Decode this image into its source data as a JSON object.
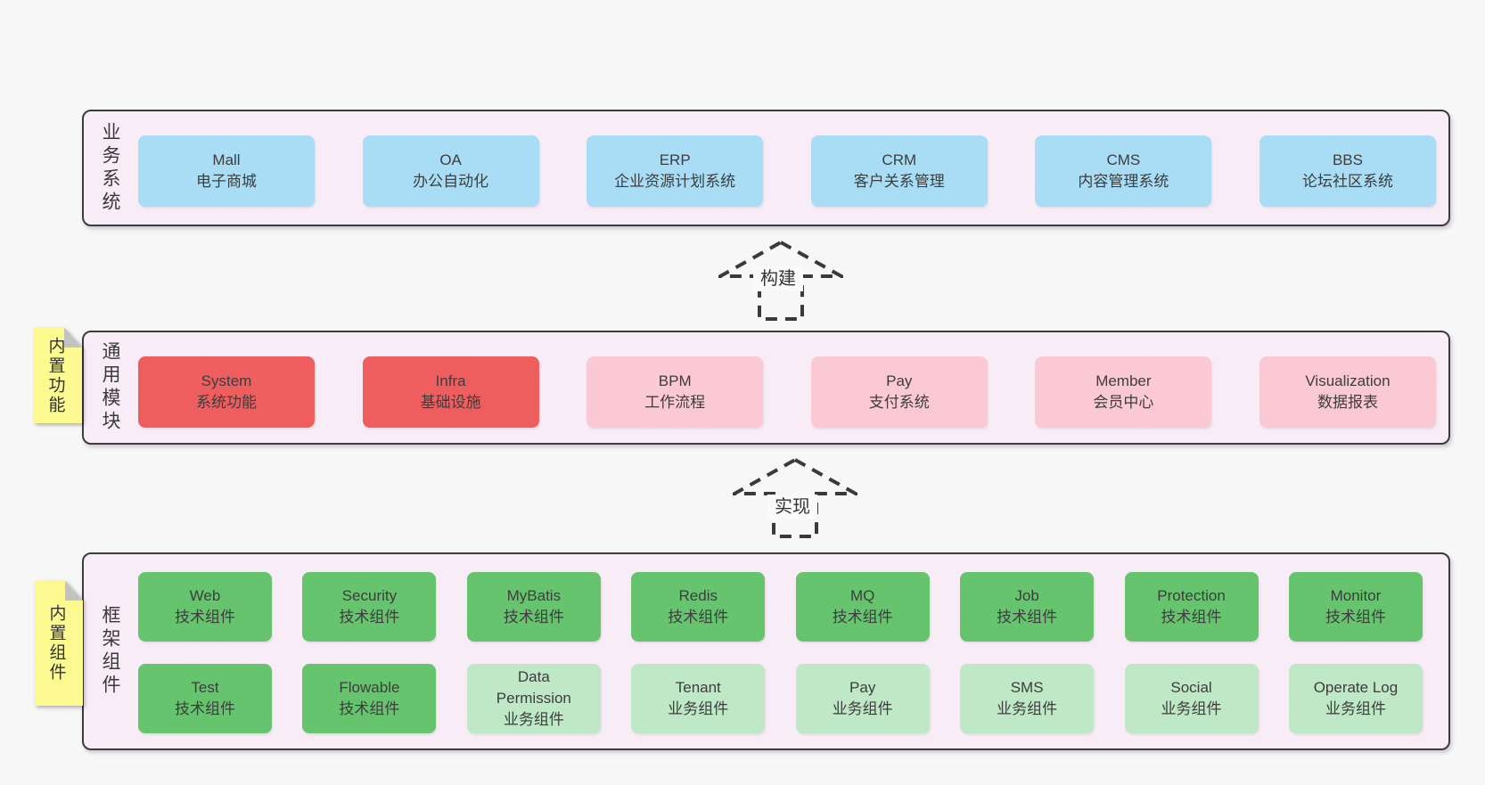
{
  "diagram": {
    "colors": {
      "page_bg": "#f7f7f7",
      "band_bg": "#f8edf6",
      "band_border": "#3d3b40",
      "box_blue": "#a9dcf5",
      "box_red": "#ef5e5e",
      "box_pink": "#fbc9d4",
      "box_green": "#66c46e",
      "box_green_light": "#bee8c6",
      "sticky_yellow": "#fbf98f",
      "sticky_fold_gray": "#c2c2c2"
    },
    "arrows": [
      {
        "label": "构建"
      },
      {
        "label": "实现"
      }
    ],
    "bands": [
      {
        "label": "业务系统",
        "boxes": [
          {
            "en": "Mall",
            "zh": "电子商城",
            "type": "blue"
          },
          {
            "en": "OA",
            "zh": "办公自动化",
            "type": "blue"
          },
          {
            "en": "ERP",
            "zh": "企业资源计划系统",
            "type": "blue"
          },
          {
            "en": "CRM",
            "zh": "客户关系管理",
            "type": "blue"
          },
          {
            "en": "CMS",
            "zh": "内容管理系统",
            "type": "blue"
          },
          {
            "en": "BBS",
            "zh": "论坛社区系统",
            "type": "blue"
          }
        ]
      },
      {
        "label": "通用模块",
        "sticky": "内置功能",
        "boxes": [
          {
            "en": "System",
            "zh": "系统功能",
            "type": "red"
          },
          {
            "en": "Infra",
            "zh": "基础设施",
            "type": "red"
          },
          {
            "en": "BPM",
            "zh": "工作流程",
            "type": "pink"
          },
          {
            "en": "Pay",
            "zh": "支付系统",
            "type": "pink"
          },
          {
            "en": "Member",
            "zh": "会员中心",
            "type": "pink"
          },
          {
            "en": "Visualization",
            "zh": "数据报表",
            "type": "pink"
          }
        ]
      },
      {
        "label": "框架组件",
        "sticky": "内置组件",
        "rows": [
          [
            {
              "en": "Web",
              "zh": "技术组件",
              "type": "green"
            },
            {
              "en": "Security",
              "zh": "技术组件",
              "type": "green"
            },
            {
              "en": "MyBatis",
              "zh": "技术组件",
              "type": "green"
            },
            {
              "en": "Redis",
              "zh": "技术组件",
              "type": "green"
            },
            {
              "en": "MQ",
              "zh": "技术组件",
              "type": "green"
            },
            {
              "en": "Job",
              "zh": "技术组件",
              "type": "green"
            },
            {
              "en": "Protection",
              "zh": "技术组件",
              "type": "green"
            },
            {
              "en": "Monitor",
              "zh": "技术组件",
              "type": "green"
            }
          ],
          [
            {
              "en": "Test",
              "zh": "技术组件",
              "type": "green"
            },
            {
              "en": "Flowable",
              "zh": "技术组件",
              "type": "green"
            },
            {
              "en": "Data Permission",
              "zh": "业务组件",
              "type": "green-light"
            },
            {
              "en": "Tenant",
              "zh": "业务组件",
              "type": "green-light"
            },
            {
              "en": "Pay",
              "zh": "业务组件",
              "type": "green-light"
            },
            {
              "en": "SMS",
              "zh": "业务组件",
              "type": "green-light"
            },
            {
              "en": "Social",
              "zh": "业务组件",
              "type": "green-light"
            },
            {
              "en": "Operate Log",
              "zh": "业务组件",
              "type": "green-light"
            }
          ]
        ]
      }
    ]
  }
}
